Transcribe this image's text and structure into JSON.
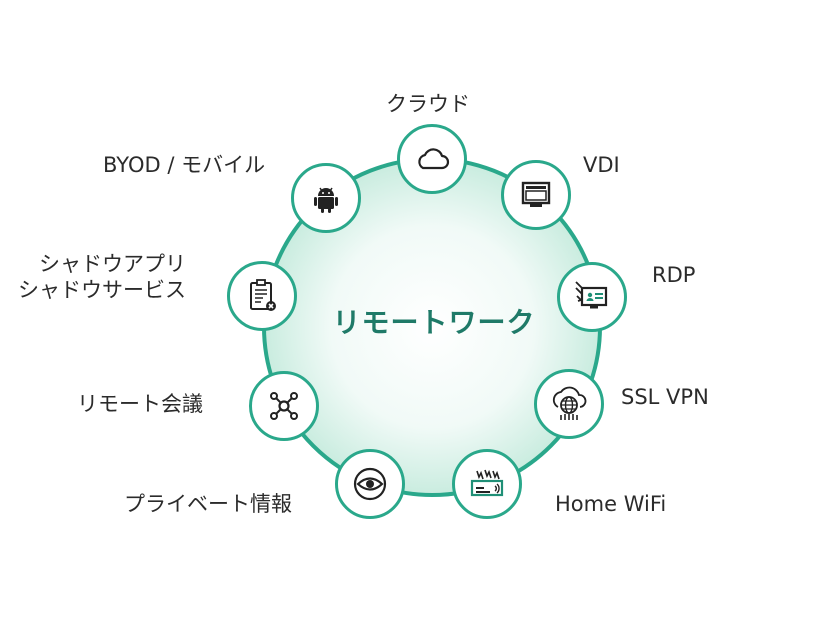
{
  "center_label": "リモートワーク",
  "nodes": [
    {
      "id": "cloud",
      "label": "クラウド",
      "icon": "cloud-icon"
    },
    {
      "id": "vdi",
      "label": "VDI",
      "icon": "monitor-icon"
    },
    {
      "id": "rdp",
      "label": "RDP",
      "icon": "remote-desktop-icon"
    },
    {
      "id": "ssl-vpn",
      "label": "SSL VPN",
      "icon": "globe-network-icon"
    },
    {
      "id": "home-wifi",
      "label": "Home WiFi",
      "icon": "wifi-router-icon"
    },
    {
      "id": "private-info",
      "label": "プライベート情報",
      "icon": "eye-icon"
    },
    {
      "id": "remote-meeting",
      "label": "リモート会議",
      "icon": "network-nodes-icon"
    },
    {
      "id": "shadow",
      "label_lines": [
        "シャドウアプリ",
        "シャドウサービス"
      ],
      "icon": "clipboard-x-icon"
    },
    {
      "id": "byod",
      "label": "BYOD / モバイル",
      "icon": "android-icon"
    }
  ],
  "colors": {
    "accent": "#2aa88b",
    "title": "#1f7a68",
    "text": "#2b2b2b",
    "glow_inner": "#ffffff",
    "glow_outer": "#cfeee4"
  }
}
